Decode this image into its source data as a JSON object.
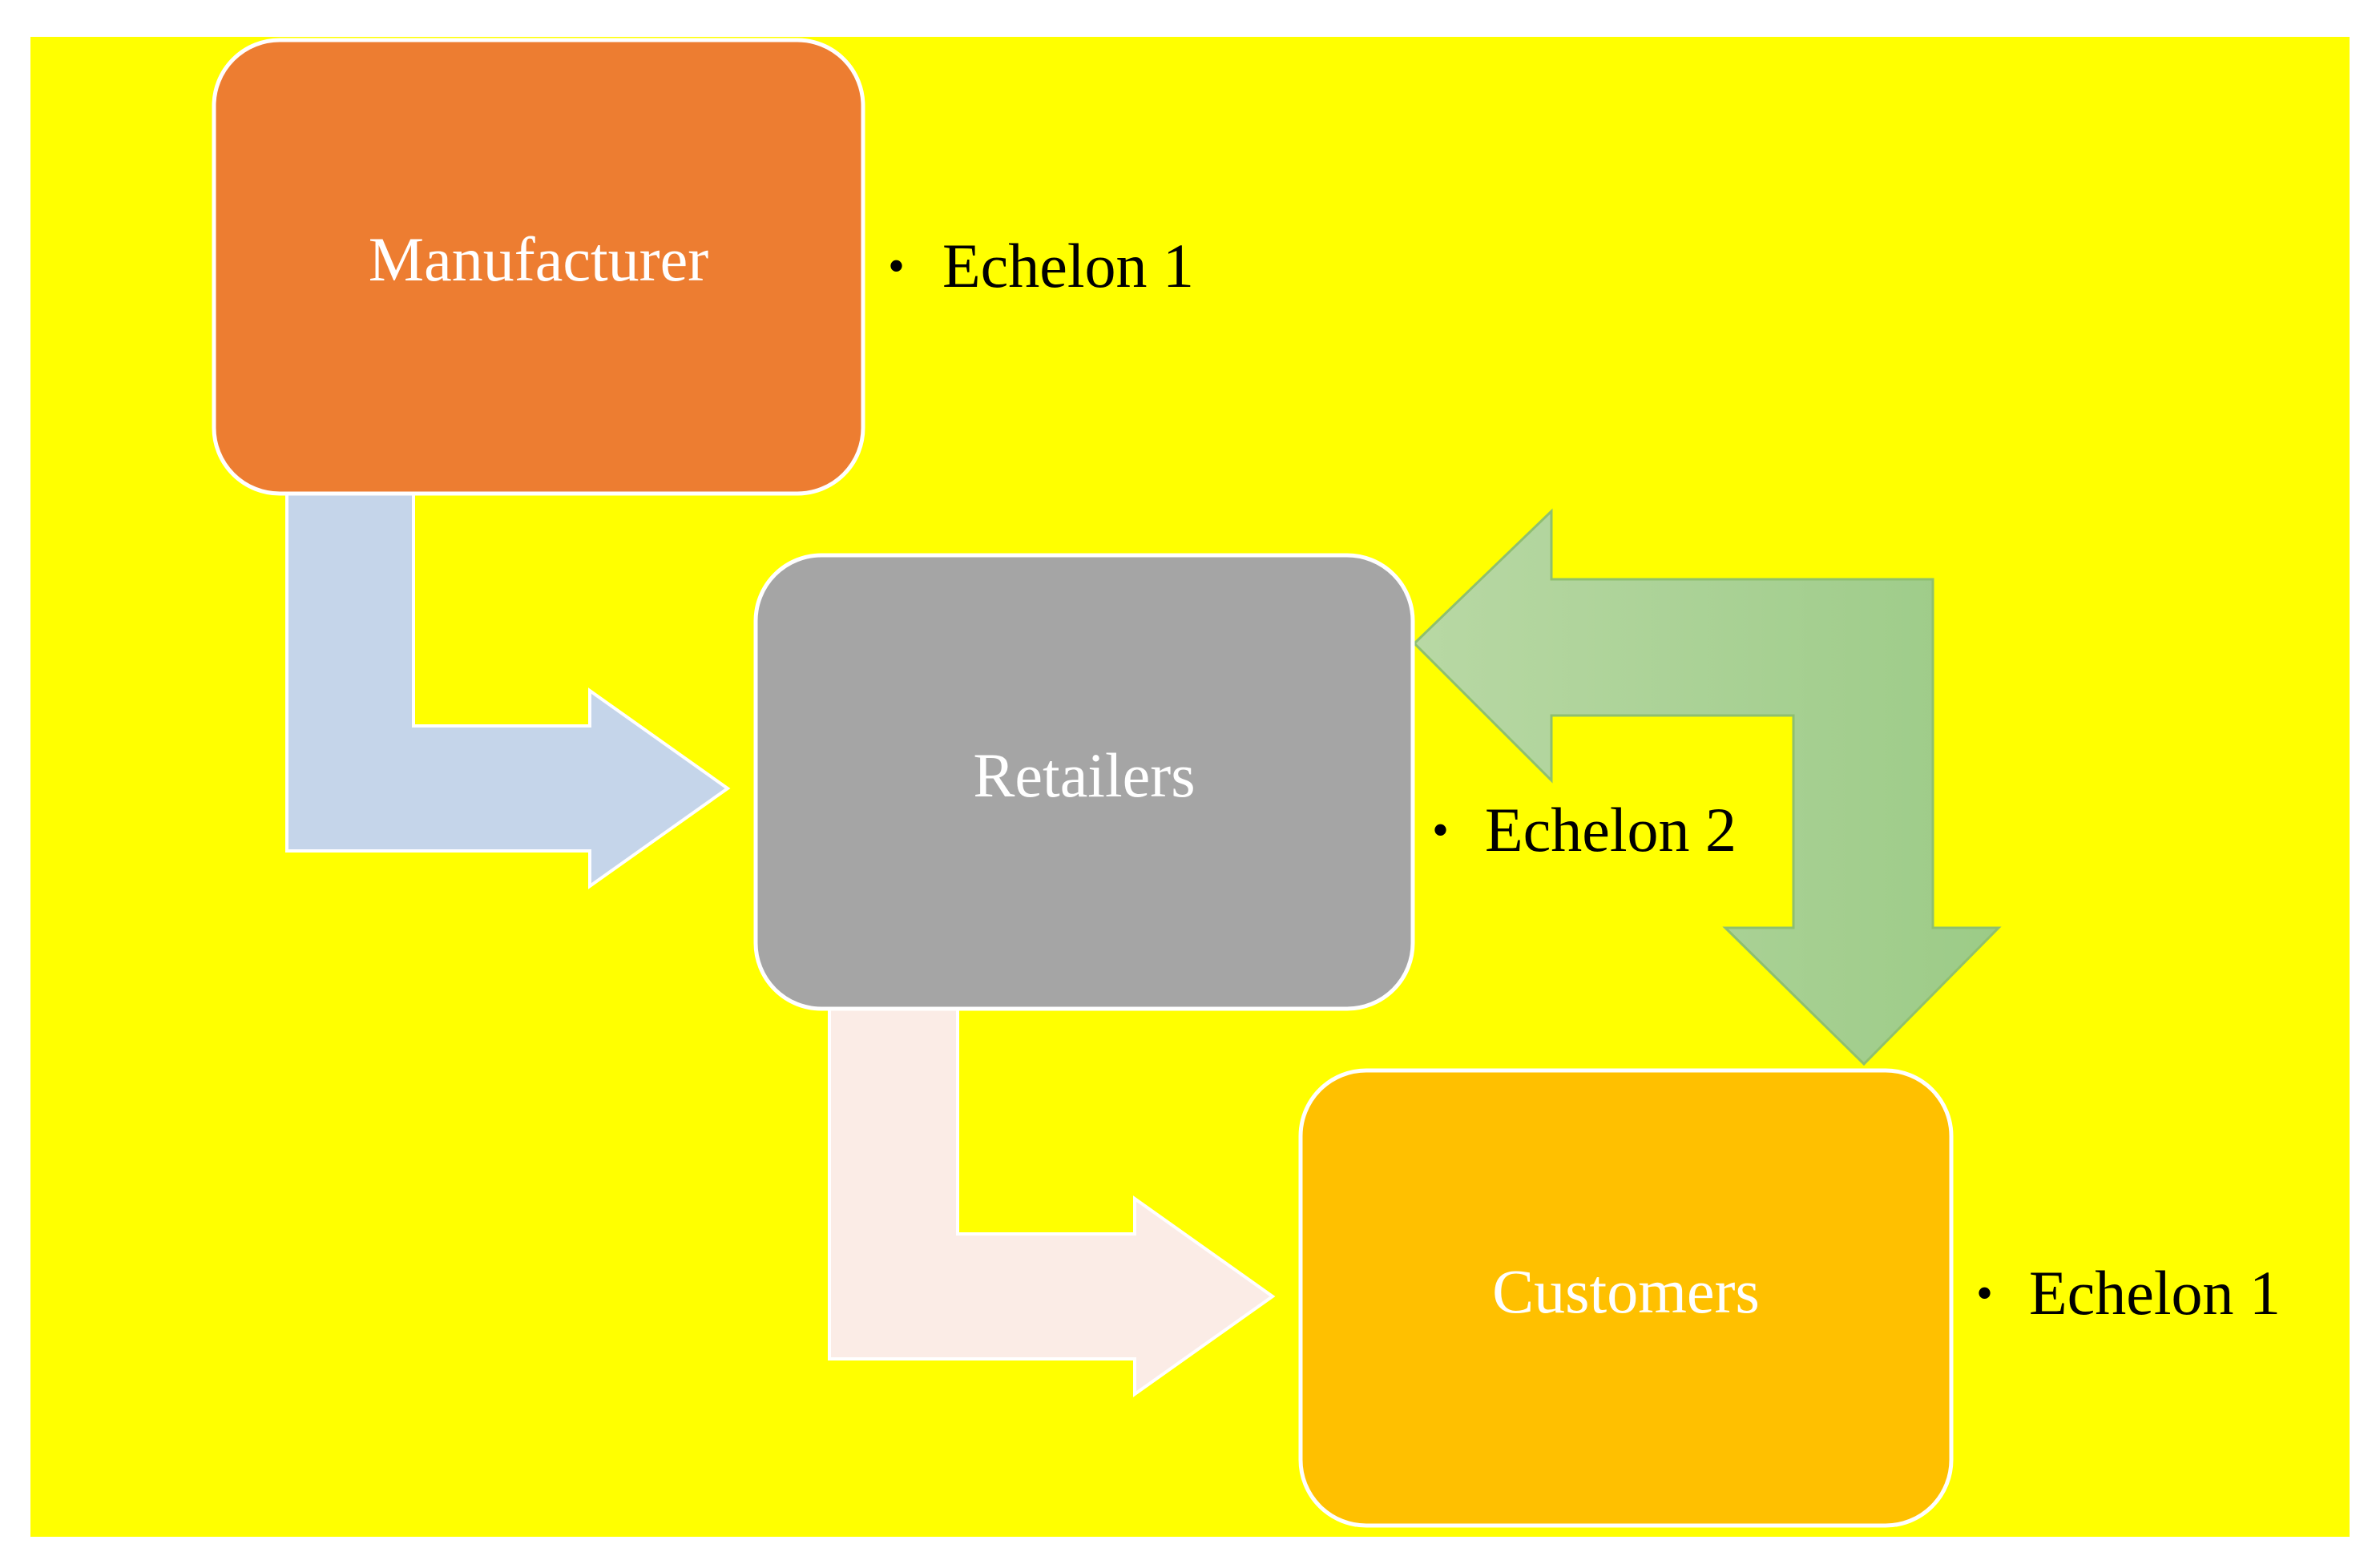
{
  "colors": {
    "background": "#ffff00",
    "manufacturer_box": "#ed7d31",
    "retailers_box": "#a5a5a5",
    "customers_box": "#ffc000",
    "arrow_manufacturer_to_retailers": "#c5d5ea",
    "arrow_retailers_to_customers": "#fbece6",
    "arrow_bidirectional_light": "#b8d8a4",
    "arrow_bidirectional_dark": "#9ccb87",
    "box_border": "#ffffff"
  },
  "nodes": {
    "manufacturer": {
      "label": "Manufacturer",
      "echelon": "Echelon 1"
    },
    "retailers": {
      "label": "Retailers",
      "echelon": "Echelon 2"
    },
    "customers": {
      "label": "Customers",
      "echelon": "Echelon 1"
    }
  },
  "bullet_symbol": "•",
  "edges": [
    {
      "from": "manufacturer",
      "to": "retailers",
      "style": "bent-arrow"
    },
    {
      "from": "retailers",
      "to": "customers",
      "style": "bent-arrow"
    },
    {
      "from": "retailers",
      "to": "customers",
      "style": "bidirectional-bent-arrow"
    }
  ]
}
